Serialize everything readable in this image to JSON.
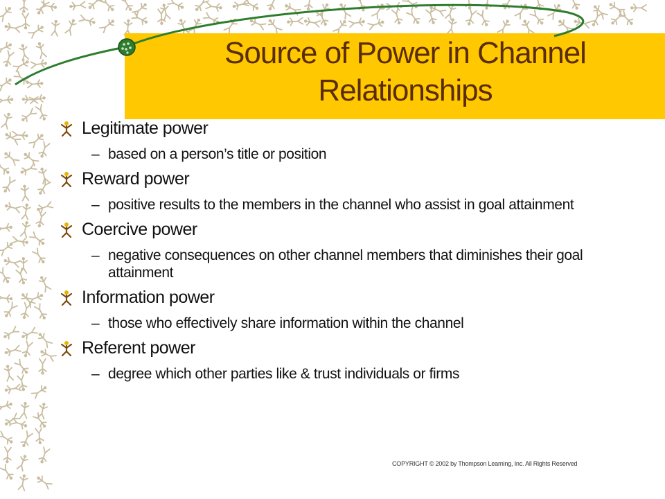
{
  "title_lines": [
    "Source of Power in Channel",
    "Relationships"
  ],
  "items": [
    {
      "heading": "Legitimate power",
      "detail": "based on a person’s title or position"
    },
    {
      "heading": "Reward power",
      "detail": "positive results to the members in the channel who assist in goal attainment"
    },
    {
      "heading": "Coercive power",
      "detail": "negative consequences on other channel members that diminishes their goal attainment"
    },
    {
      "heading": "Information power",
      "detail": "those who effectively share information within the channel"
    },
    {
      "heading": "Referent power",
      "detail": "degree which other parties like & trust individuals or firms"
    }
  ],
  "copyright": "COPYRIGHT © 2002 by Thompson Learning, Inc. All Rights Reserved",
  "colors": {
    "title_band": "#ffc800",
    "title_text": "#5a2d00",
    "swoosh": "#2e7d2e",
    "pattern": "#c9bda0"
  },
  "icons": {
    "bullet": "stick-figure-icon",
    "title_ornament": "green-ball-icon"
  }
}
